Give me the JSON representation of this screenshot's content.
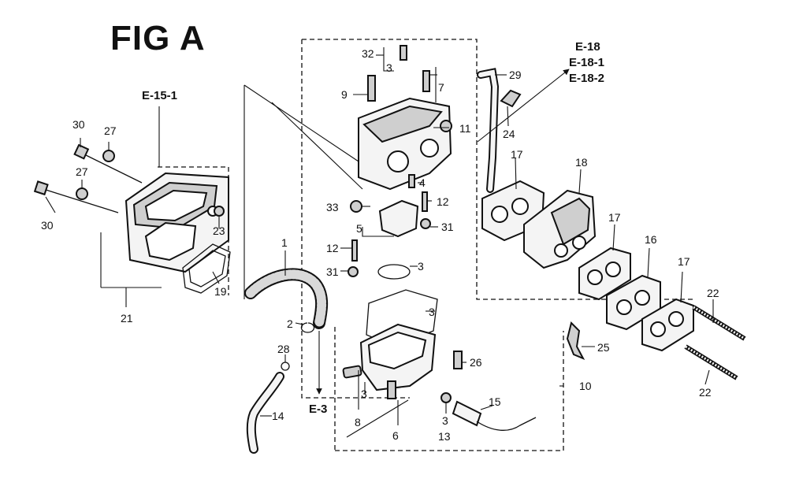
{
  "figure": {
    "title": "FIG A"
  },
  "references": {
    "e15_1": "E-15-1",
    "e3": "E-3",
    "e18": "E-18",
    "e18_1": "E-18-1",
    "e18_2": "E-18-2"
  },
  "callouts": {
    "c1": "1",
    "c2": "2",
    "c3a": "3",
    "c3b": "3",
    "c3c": "3",
    "c3d": "3",
    "c3e": "3",
    "c4": "4",
    "c5": "5",
    "c6": "6",
    "c7": "7",
    "c8": "8",
    "c9": "9",
    "c10": "10",
    "c11": "11",
    "c12a": "12",
    "c12b": "12",
    "c13": "13",
    "c14": "14",
    "c15": "15",
    "c16": "16",
    "c17a": "17",
    "c17b": "17",
    "c17c": "17",
    "c18": "18",
    "c19": "19",
    "c21": "21",
    "c22a": "22",
    "c22b": "22",
    "c23": "23",
    "c24": "24",
    "c25": "25",
    "c26": "26",
    "c27a": "27",
    "c27b": "27",
    "c28": "28",
    "c29": "29",
    "c30a": "30",
    "c30b": "30",
    "c31a": "31",
    "c31b": "31",
    "c32": "32",
    "c33": "33"
  }
}
